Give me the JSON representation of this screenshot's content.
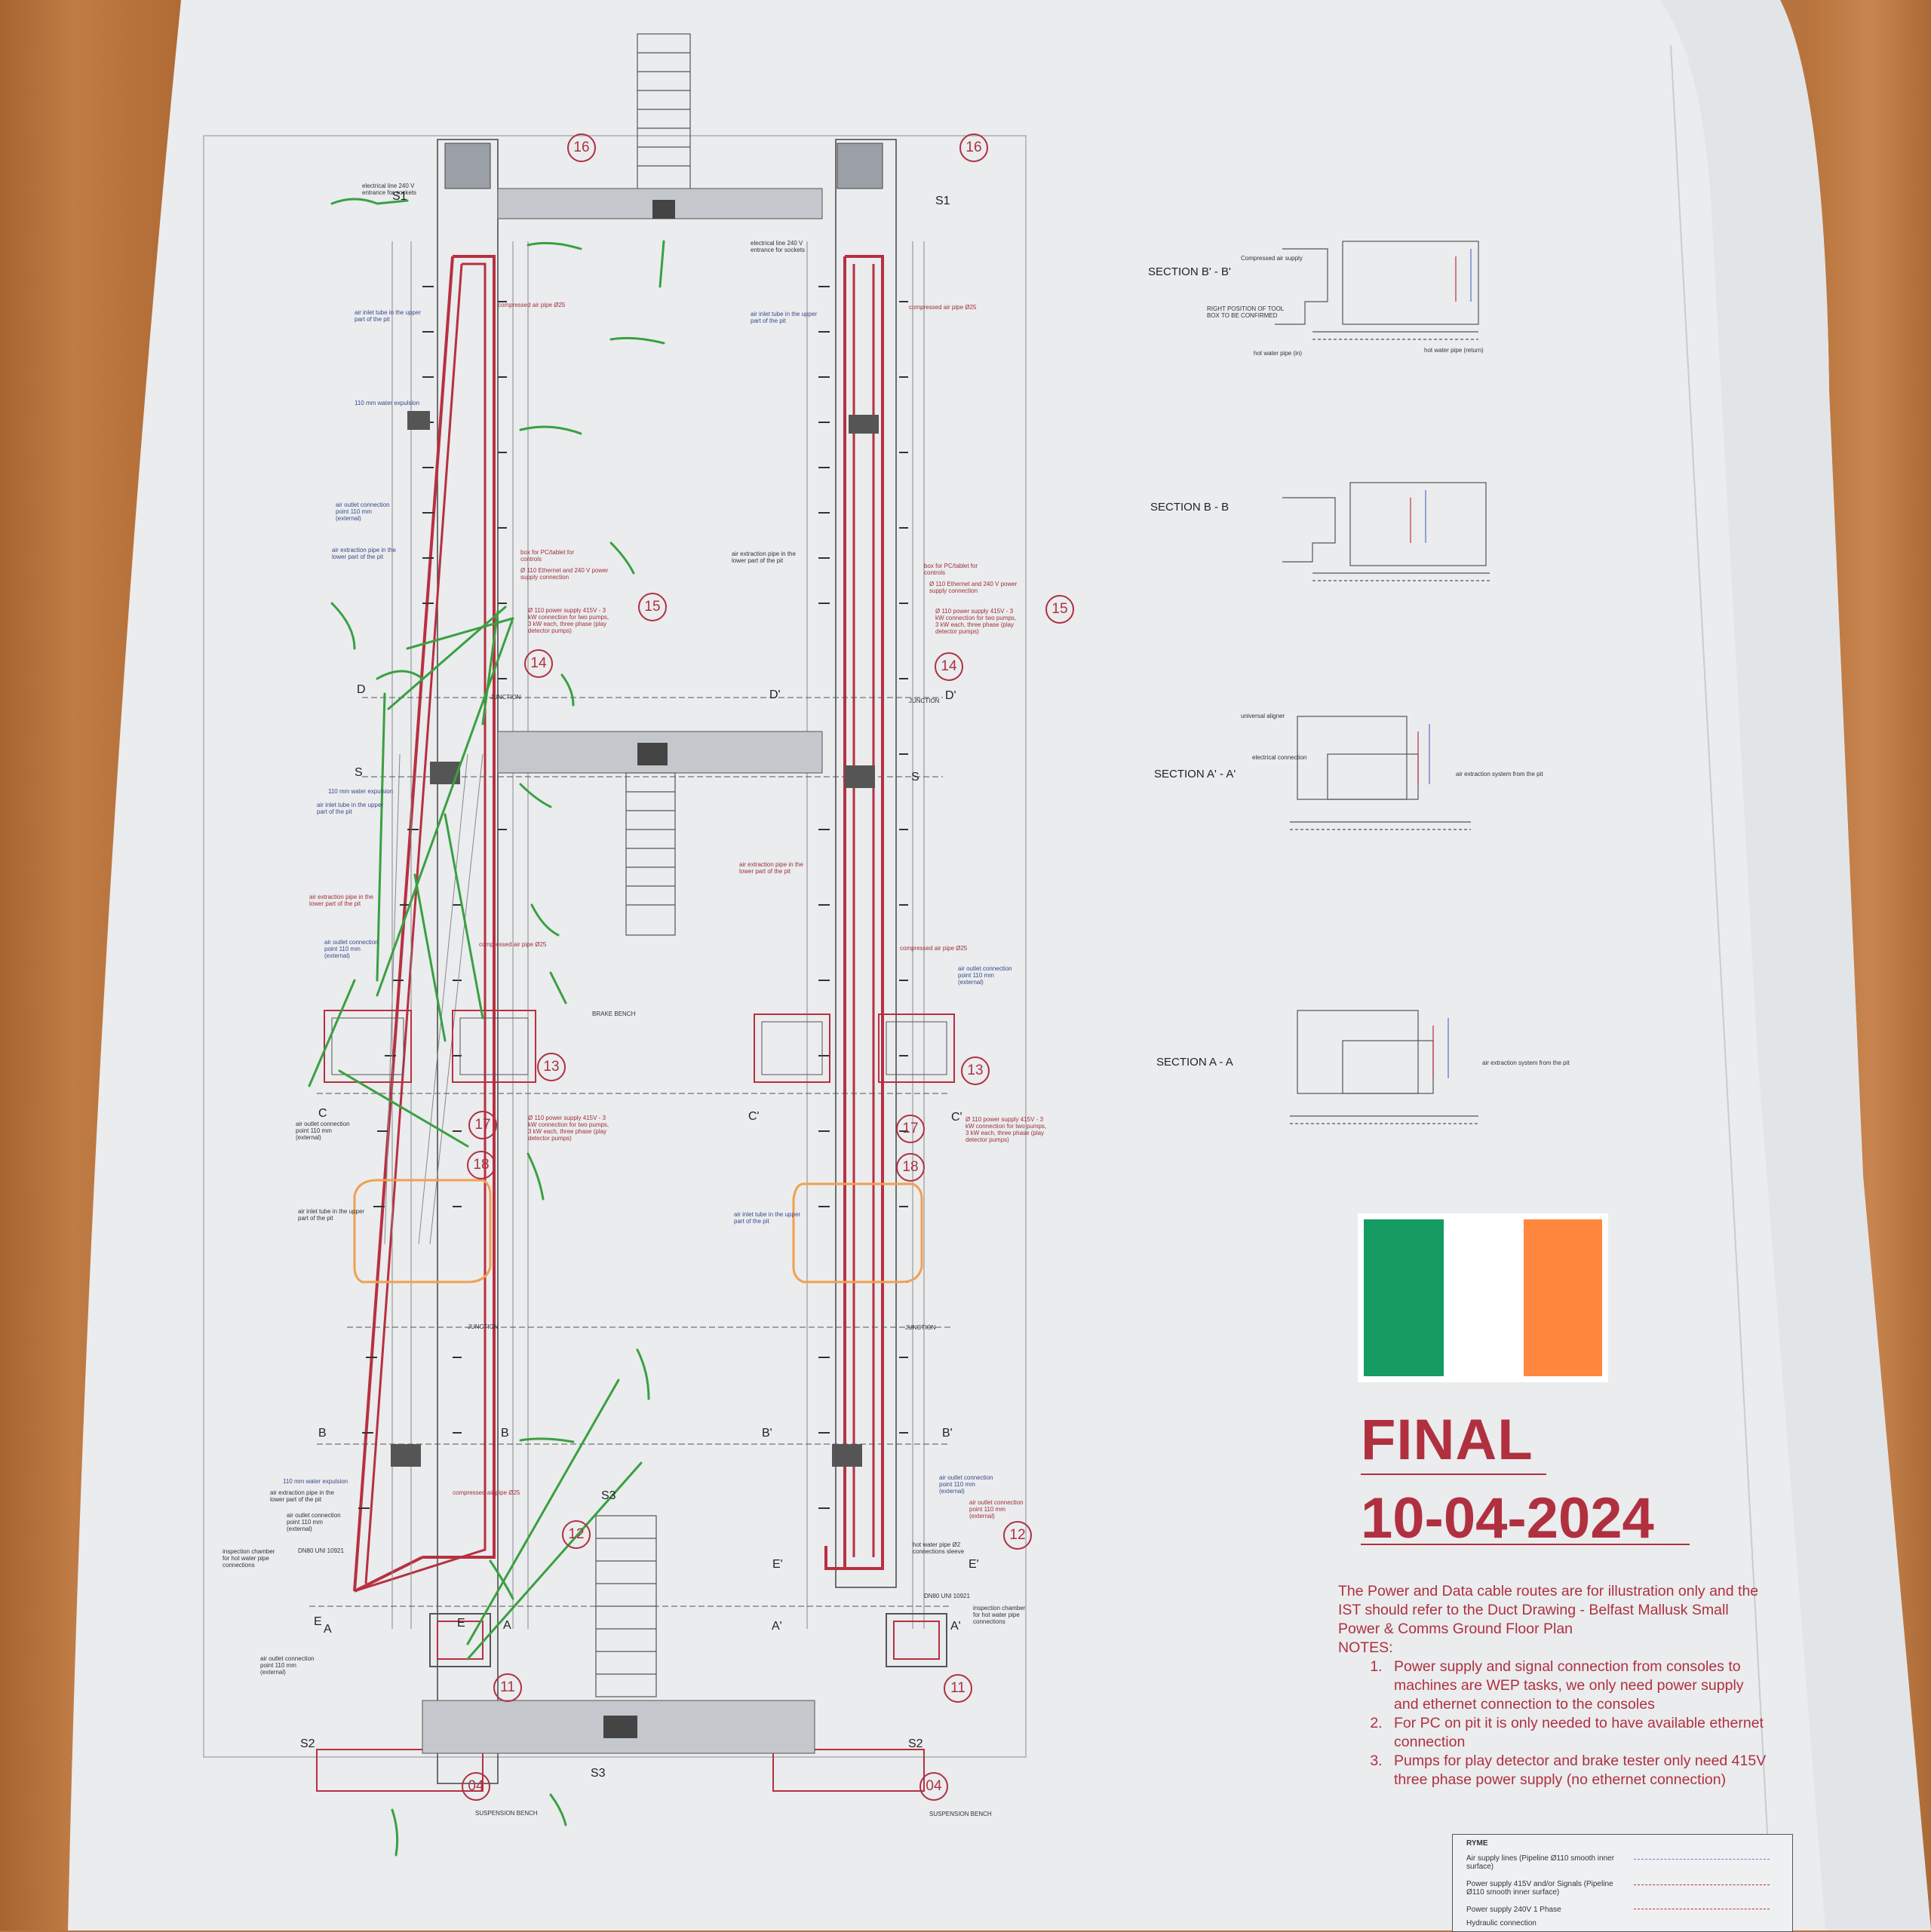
{
  "drawing": {
    "sections": [
      {
        "label": "SECTION B' - B'"
      },
      {
        "label": "SECTION B - B"
      },
      {
        "label": "SECTION A' - A'"
      },
      {
        "label": "SECTION A - A"
      }
    ],
    "left_callouts": [
      "16",
      "15",
      "14",
      "13",
      "17",
      "18",
      "12",
      "11",
      "04"
    ],
    "right_callouts": [
      "16",
      "15",
      "14",
      "13",
      "17",
      "18",
      "12",
      "11",
      "04"
    ],
    "section_marks": {
      "s1": "S1",
      "s": "S",
      "s2": "S2",
      "s3": "S3",
      "d": "D",
      "d_prime": "D'",
      "c": "C",
      "c_prime": "C'",
      "b": "B",
      "b_prime": "B'",
      "e": "E",
      "e_prime": "E'",
      "a": "A",
      "a_prime": "A'"
    },
    "annotations": {
      "brake_bench": "BRAKE BENCH",
      "suspension_bench": "SUSPENSION BENCH",
      "junction": "JUNCTION",
      "compressed_air": "compressed air pipe Ø25",
      "air_inlet_upper": "air inlet tube in the upper part of the pit",
      "air_extraction_lower": "air extraction pipe in the lower part of the pit",
      "water_expulsion": "110 mm water expulsion",
      "air_outlet": "air outlet connection point 110 mm (external)",
      "power_supply_415": "Ø 110 power supply 415V - 3 kW connection for two pumps, 3 kW each, three phase (play detector pumps)",
      "box_pc": "box for PC/tablet for controls",
      "ethernet": "Ø 110 Ethernet and 240 V power supply connection",
      "inspection_chamber": "inspection chamber for hot water pipe connections",
      "hot_water": "hot water pipe Ø2 connections sleeve",
      "dn80": "DN80 UNI 10921",
      "electrical_line": "electrical line 240 V entrance for sockets",
      "sec_compressed": "Compressed air supply",
      "sec_tool_box": "RIGHT POSITION OF TOOL BOX TO BE CONFIRMED",
      "sec_hot_in": "hot water pipe (in)",
      "sec_hot_ret": "hot water pipe (return)",
      "sec_universal": "universal aligner",
      "sec_electrical": "electrical connection",
      "sec_extraction": "air extraction system from the pit"
    }
  },
  "flag": {
    "green": "#169b62",
    "white": "#ffffff",
    "orange": "#ff883e"
  },
  "stamp": {
    "title": "FINAL",
    "date": "10-04-2024",
    "color": "#b03040"
  },
  "notes": {
    "intro": "The Power and Data cable routes are for illustration only and the IST should refer to the Duct Drawing - Belfast Mallusk Small Power & Comms Ground Floor Plan",
    "heading": "NOTES:",
    "items": [
      "Power supply and signal connection from consoles to machines are WEP tasks, we only need power supply and ethernet connection to the consoles",
      "For PC on pit it is only needed to have available ethernet connection",
      "Pumps for play detector and brake tester only need 415V three phase power supply (no ethernet connection)"
    ]
  },
  "legend": {
    "title": "RYME",
    "rows": [
      "Air supply lines (Pipeline Ø110 smooth inner surface)",
      "Power supply 415V and/or Signals (Pipeline Ø110 smooth inner surface)",
      "Power supply 240V 1 Phase",
      "Hydraulic connection"
    ]
  }
}
